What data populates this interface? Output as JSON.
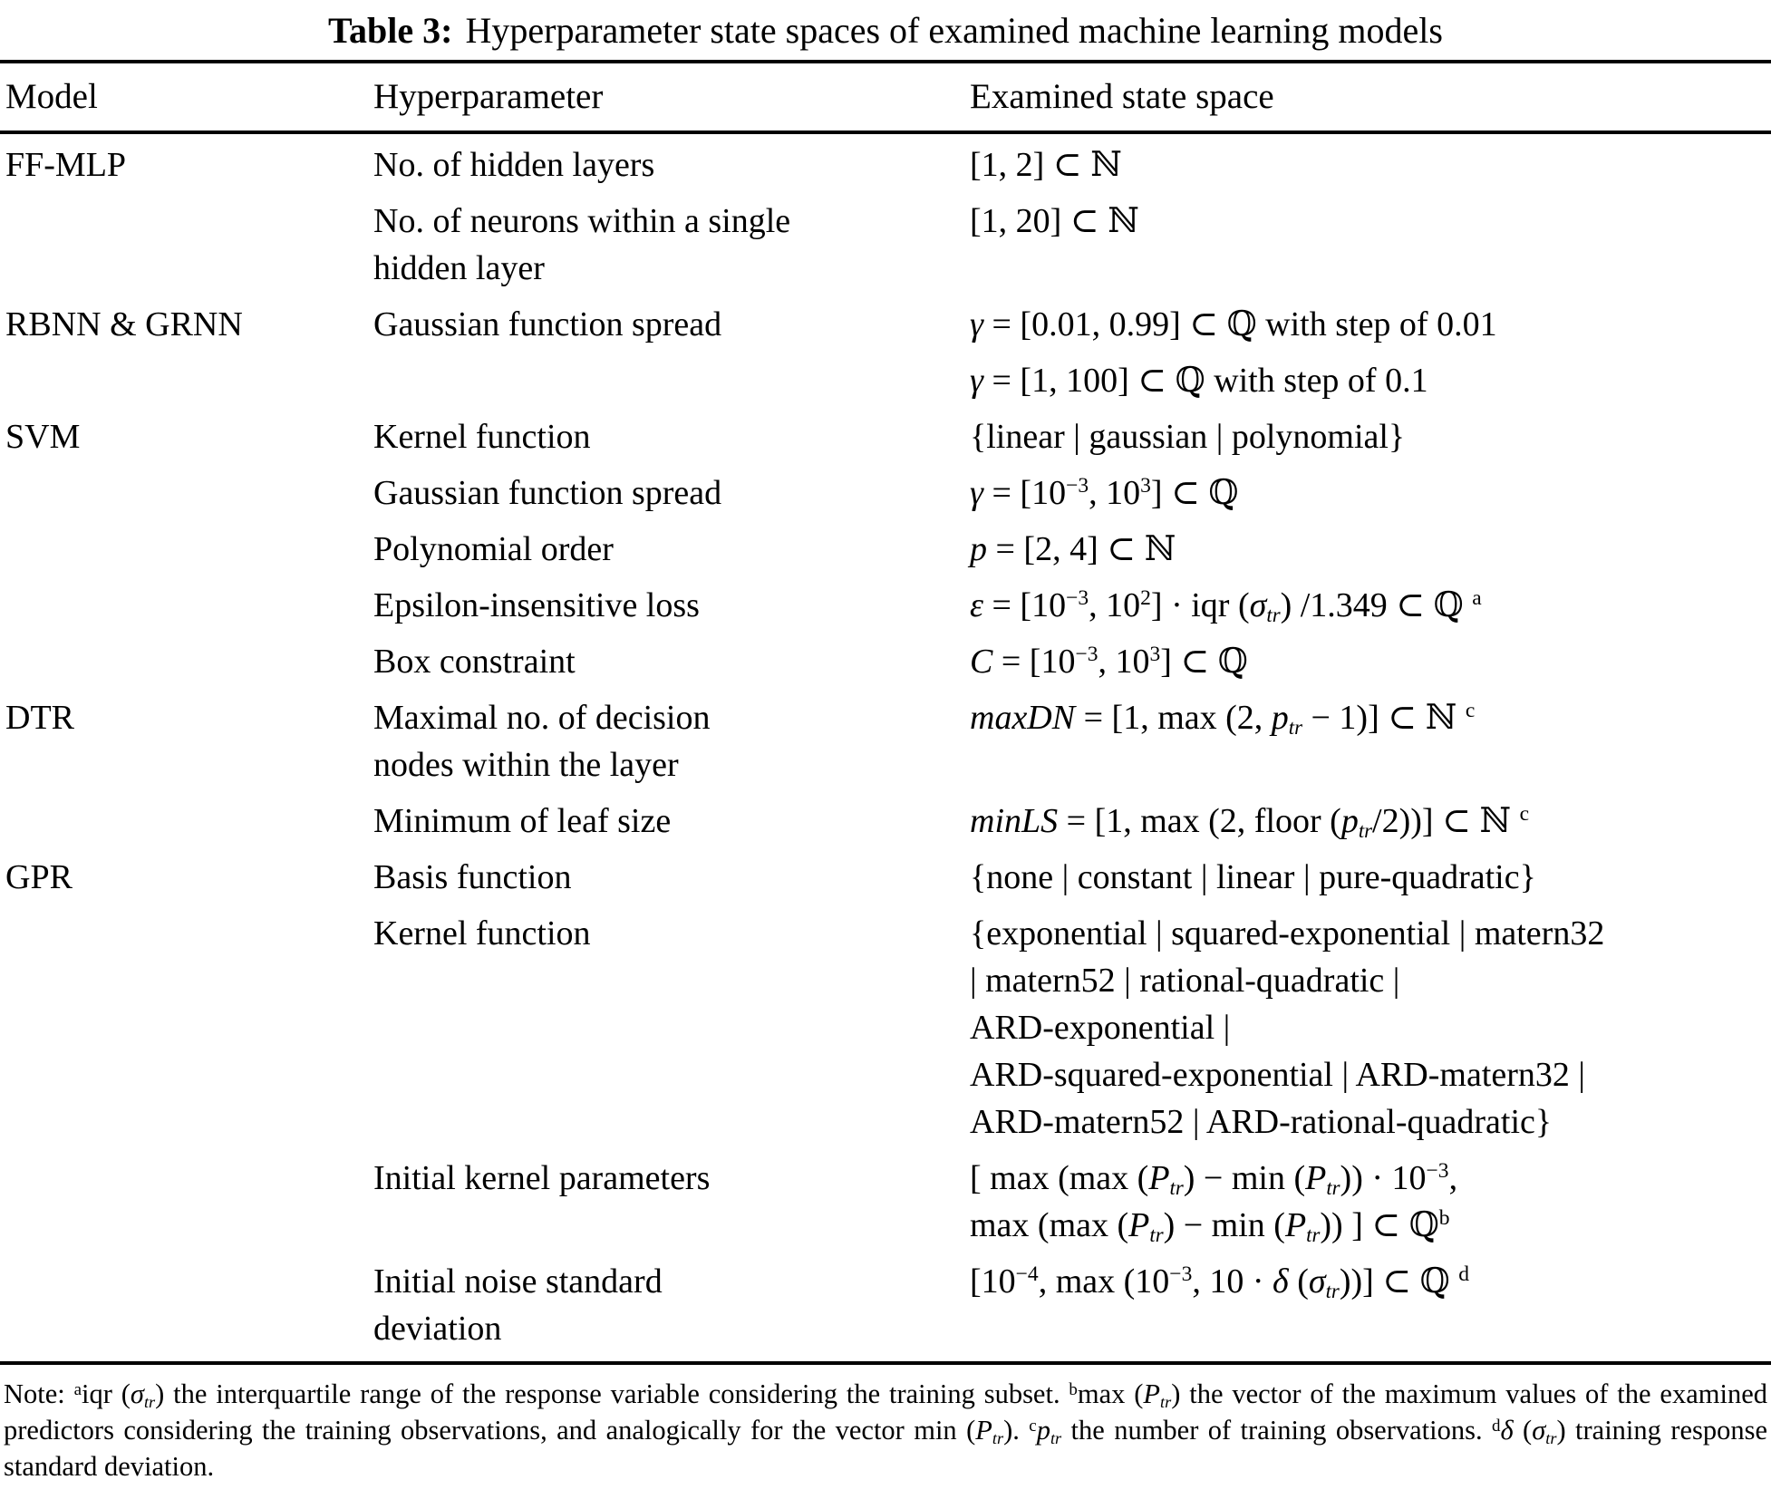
{
  "title": {
    "label": "Table 3:",
    "text": "Hyperparameter state spaces of examined machine learning models"
  },
  "table": {
    "columns": [
      "Model",
      "Hyperparameter",
      "Examined state space"
    ],
    "rows": [
      {
        "model": "FF-MLP",
        "hyper": [
          "No. of hidden layers"
        ],
        "space": [
          "[1, 2] ⊂ ℕ"
        ]
      },
      {
        "model": "",
        "hyper": [
          "No. of neurons within a single",
          "hidden layer"
        ],
        "space": [
          "[1, 20] ⊂ ℕ"
        ]
      },
      {
        "model": "RBNN & GRNN",
        "hyper": [
          "Gaussian function spread"
        ],
        "space": [
          "*γ* = [0.01, 0.99] ⊂ ℚ with step of 0.01"
        ]
      },
      {
        "model": "",
        "hyper": [],
        "space": [
          "*γ* = [1, 100] ⊂ ℚ with step of 0.1"
        ]
      },
      {
        "model": "SVM",
        "hyper": [
          "Kernel function"
        ],
        "space": [
          "{linear | gaussian | polynomial}"
        ]
      },
      {
        "model": "",
        "hyper": [
          "Gaussian function spread"
        ],
        "space": [
          "*γ* = [10^{−3}, 10^{3}] ⊂ ℚ"
        ]
      },
      {
        "model": "",
        "hyper": [
          "Polynomial order"
        ],
        "space": [
          "*p* = [2, 4] ⊂ ℕ"
        ]
      },
      {
        "model": "",
        "hyper": [
          "Epsilon-insensitive loss"
        ],
        "space": [
          "*ε* = [10^{−3}, 10^{2}] · iqr (*σ*_{tr}) /1.349 ⊂ ℚ ^{a}"
        ]
      },
      {
        "model": "",
        "hyper": [
          "Box constraint"
        ],
        "space": [
          "*C* = [10^{−3}, 10^{3}] ⊂ ℚ"
        ]
      },
      {
        "model": "DTR",
        "hyper": [
          "Maximal no. of decision",
          "nodes within the layer"
        ],
        "space": [
          "*maxDN* = [1, max (2, *p*_{tr} − 1)] ⊂ ℕ ^{c}"
        ]
      },
      {
        "model": "",
        "hyper": [
          "Minimum of leaf size"
        ],
        "space": [
          "*minLS* = [1, max (2,  floor (*p*_{tr}/2))] ⊂ ℕ ^{c}"
        ]
      },
      {
        "model": "GPR",
        "hyper": [
          "Basis function"
        ],
        "space": [
          "{none | constant | linear | pure-quadratic}"
        ]
      },
      {
        "model": "",
        "hyper": [
          "Kernel function"
        ],
        "space": [
          "{exponential | squared-exponential | matern32",
          "| matern52 | rational-quadratic |",
          "ARD-exponential |",
          "ARD-squared-exponential | ARD-matern32 |",
          "ARD-matern52 | ARD-rational-quadratic}"
        ]
      },
      {
        "model": "",
        "hyper": [
          "Initial kernel parameters"
        ],
        "space": [
          "[ max  (max  (*P*_{tr}) − min  (*P*_{tr})) · 10^{−3},",
          "max  (max  (*P*_{tr}) − min (*P*_{tr})) ] ⊂ ℚ^{b}"
        ]
      },
      {
        "model": "",
        "hyper": [
          "Initial noise standard",
          "deviation"
        ],
        "space": [
          "[10^{−4},  max (10^{−3},  10 · *δ* (*σ*_{tr}))] ⊂ ℚ ^{d}"
        ]
      }
    ]
  },
  "note": {
    "text": "Note: ^{a}iqr (*σ*_{tr}) the interquartile range of the response variable considering the training subset. ^{b}max (*P*_{tr}) the vector of the maximum values of the examined predictors considering the training observations, and analogically for the vector min (*P*_{tr}). ^{c}*p*_{tr} the number of training observations. ^{d}*δ* (*σ*_{tr}) training response standard deviation."
  }
}
